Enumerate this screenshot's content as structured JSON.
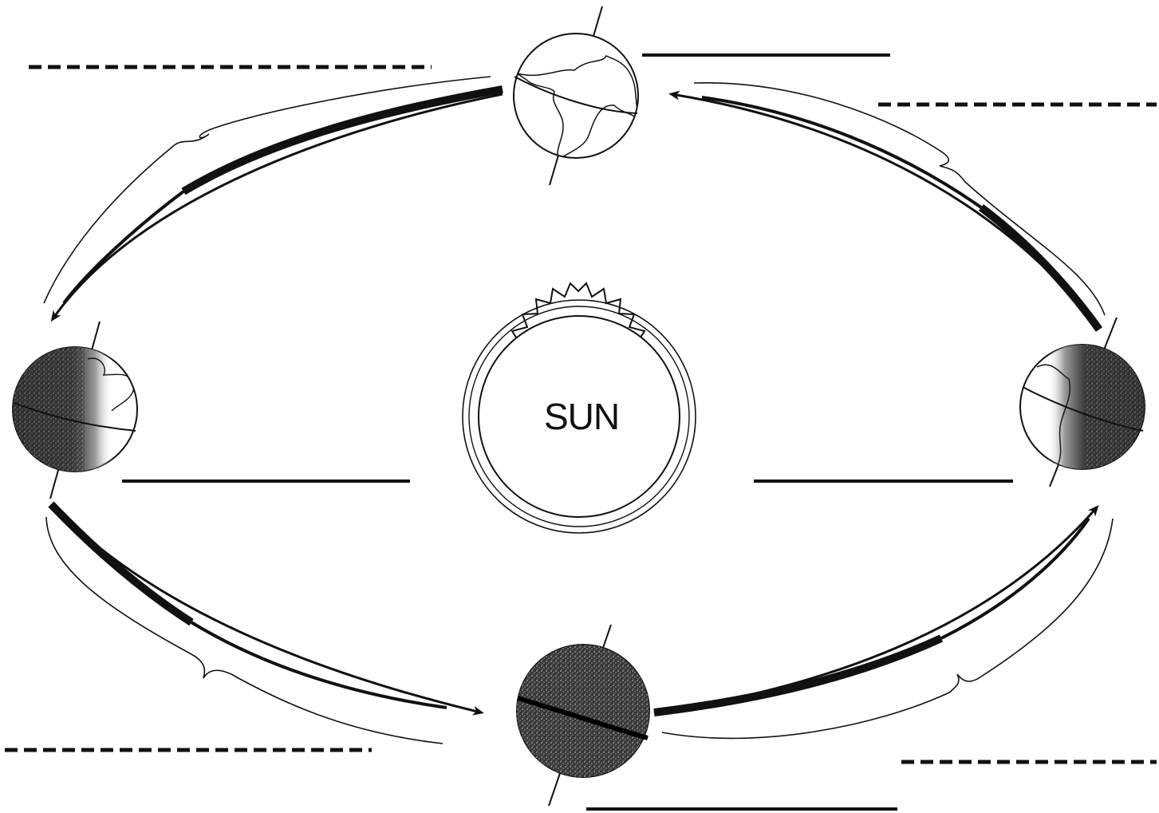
{
  "sun": {
    "label": "SUN"
  },
  "earth_positions": [
    {
      "position": "top",
      "shading": "fully-lit"
    },
    {
      "position": "left",
      "shading": "half-shaded"
    },
    {
      "position": "right",
      "shading": "half-shaded"
    },
    {
      "position": "bottom",
      "shading": "fully-shaded"
    }
  ],
  "answer_blanks": [
    {
      "position": "top-right-of-top-earth",
      "style": "solid"
    },
    {
      "position": "below-left-earth",
      "style": "solid"
    },
    {
      "position": "below-right-earth",
      "style": "solid"
    },
    {
      "position": "below-bottom-earth",
      "style": "solid"
    },
    {
      "position": "top-left-bracket",
      "style": "dashed"
    },
    {
      "position": "top-right-bracket",
      "style": "dashed"
    },
    {
      "position": "bottom-left-bracket",
      "style": "dashed"
    },
    {
      "position": "bottom-right-bracket",
      "style": "dashed"
    }
  ],
  "colors": {
    "ink": "#111111",
    "paper": "#ffffff",
    "shade": "#2a2a2a"
  }
}
